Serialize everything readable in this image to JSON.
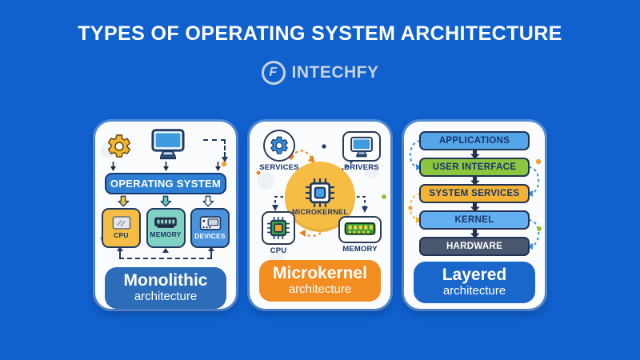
{
  "header": {
    "title": "TYPES OF OPERATING SYSTEM ARCHITECTURE",
    "brand": "INTECHFY",
    "logo_letter": "F"
  },
  "colors": {
    "background": "#1061ce",
    "card_bg": "#fbfcfe",
    "navy_outline": "#1d3a63",
    "os_bar_bg": "#2e80d5",
    "cpu_box_bg": "#f6bd45",
    "memory_box_bg": "#7fd2c3",
    "devices_box_bg": "#4b93dd",
    "monolithic_pill_bg": "#2d6cb9",
    "microkernel_pill_bg": "#f28d21",
    "layered_pill_bg": "#1a67cb",
    "microkernel_circle_bg": "#f6bc43",
    "applications_bg": "#55a6e8",
    "user_interface_bg": "#8cc63f",
    "system_services_bg": "#f5b335",
    "kernel_bg": "#64aff0",
    "hardware_bg": "#49566e"
  },
  "monolithic": {
    "os_bar": "OPERATING SYSTEM",
    "boxes": [
      "CPU",
      "MEMORY",
      "DEVICES"
    ],
    "title": "Monolithic",
    "subtitle": "architecture"
  },
  "microkernel": {
    "center": "MICROKERNEL",
    "nodes": [
      "SERVICES",
      "DRIVERS",
      "CPU",
      "MEMORY"
    ],
    "title": "Microkernel",
    "subtitle": "architecture"
  },
  "layered": {
    "layers": [
      "APPLICATIONS",
      "USER INTERFACE",
      "SYSTEM SERVICES",
      "KERNEL",
      "HARDWARE"
    ],
    "title": "Layered",
    "subtitle": "architecture"
  }
}
